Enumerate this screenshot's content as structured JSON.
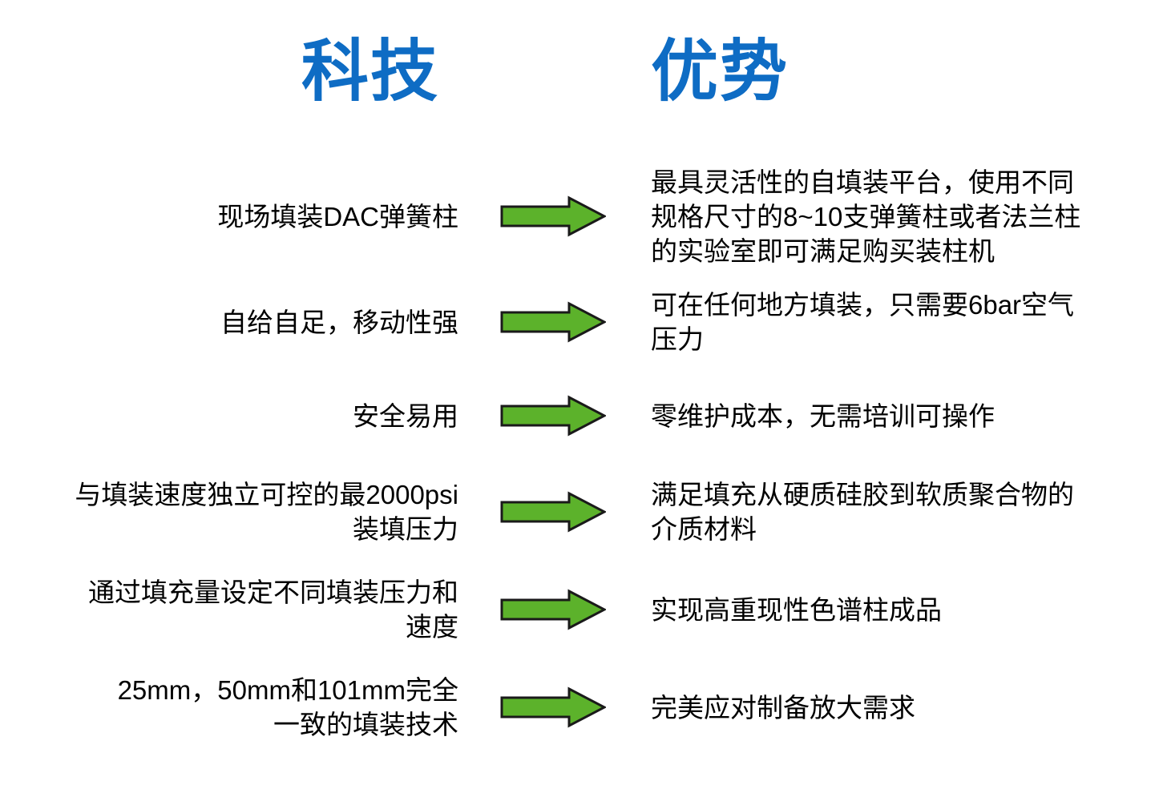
{
  "slide": {
    "background_color": "#ffffff",
    "heading_color": "#0E6CC4",
    "arrow_fill_color": "#5CB22B",
    "arrow_stroke_color": "#1A1A1A",
    "body_text_color": "#000000"
  },
  "headings": {
    "left": "科技",
    "right": "优势"
  },
  "rows": [
    {
      "tech": "现场填装DAC弹簧柱",
      "arrow": "right-arrow-icon",
      "advantage": "最具灵活性的自填装平台，使用不同\n规格尺寸的8~10支弹簧柱或者法兰柱\n的实验室即可满足购买装柱机"
    },
    {
      "tech": "自给自足，移动性强",
      "arrow": "right-arrow-icon",
      "advantage": "可在任何地方填装，只需要6bar空气\n压力"
    },
    {
      "tech": "安全易用",
      "arrow": "right-arrow-icon",
      "advantage": "零维护成本，无需培训可操作"
    },
    {
      "tech": "与填装速度独立可控的最2000psi\n装填压力",
      "arrow": "right-arrow-icon",
      "advantage": "满足填充从硬质硅胶到软质聚合物的\n介质材料"
    },
    {
      "tech": "通过填充量设定不同填装压力和\n速度",
      "arrow": "right-arrow-icon",
      "advantage": "实现高重现性色谱柱成品"
    },
    {
      "tech": "25mm，50mm和101mm完全\n一致的填装技术",
      "arrow": "right-arrow-icon",
      "advantage": "完美应对制备放大需求"
    }
  ]
}
